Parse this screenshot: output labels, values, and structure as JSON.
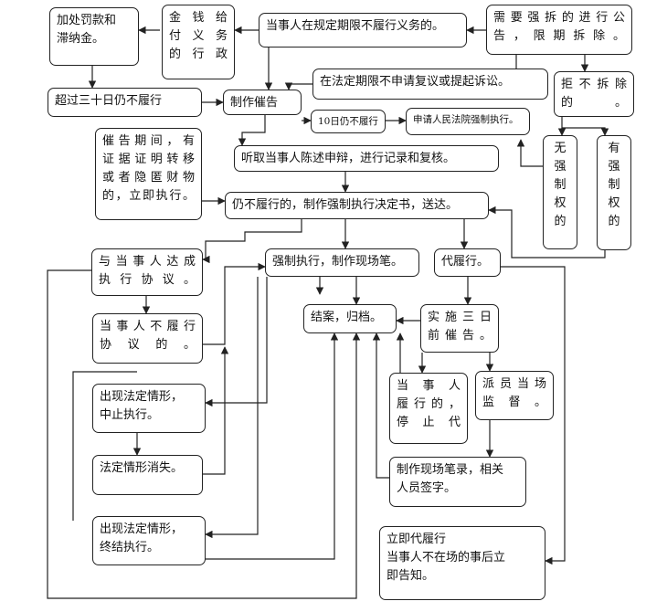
{
  "nodes": {
    "fine": "加处罚款和\n滞纳金。",
    "pay_obligation": "金 钱 给\n付 义 务\n的 行 政",
    "failure": "当事人在规定期限不履行义务的。",
    "demolish": "需要强拆的进行公\n告，限期拆除。",
    "no_appeal": "在法定期限不申请复议或提起诉讼。",
    "over30": "超过三十日仍不履行",
    "urge": "制作催告书。",
    "refuse": "拒不拆除\n的。",
    "ten_days": "10日仍不履行",
    "court": "申请人民法院强制执行。",
    "urge_period": "催告期间，有\n证据证明转移\n或者隐匿财物\n的，立即执行。",
    "hear": "听取当事人陈述申辩，进行记录和复核。",
    "no_power": "无\n强\n制\n权\n的",
    "has_power": "有\n强\n制\n权\n的",
    "decision": "仍不履行的，制作强制执行决定书，送达。",
    "agreement": "与当事人达成\n执行协议。",
    "enforce": "强制执行，制作现场笔。",
    "proxy": "代履行。",
    "close": "结案，归档。",
    "not_perform": "当事人不履行\n协议的。",
    "three_day": "实施三日\n前催告。",
    "suspend": "出现法定情形，\n中止执行。",
    "stop_proxy": "当 事 人\n履行的，\n停 止 代",
    "supervise": "派员当场\n监督。",
    "cease": "法定情形消失。",
    "record": "制作现场笔录，相关\n人员签字。",
    "terminate": "出现法定情形，\n终结执行。",
    "immediate": "立即代履行\n当事人不在场的事后立\n即告知。"
  },
  "colors": {
    "line": "#222222",
    "box_border": "#222222",
    "background": "#ffffff"
  }
}
